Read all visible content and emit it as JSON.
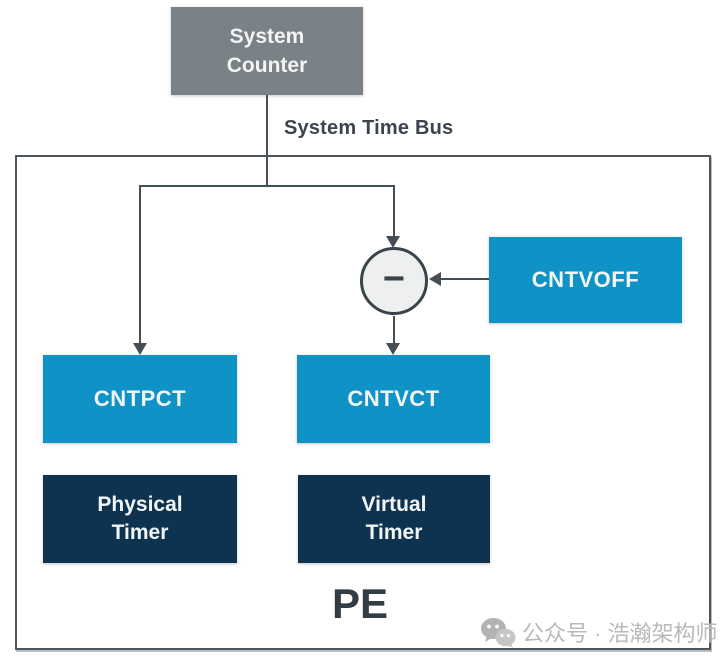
{
  "diagram": {
    "system_counter": {
      "line1": "System",
      "line2": "Counter"
    },
    "bus_label": "System Time Bus",
    "pe_label": "PE",
    "minus_symbol": "−",
    "boxes": {
      "cntvoff": "CNTVOFF",
      "cntpct": "CNTPCT",
      "cntvct": "CNTVCT",
      "physical_timer": {
        "line1": "Physical",
        "line2": "Timer"
      },
      "virtual_timer": {
        "line1": "Virtual",
        "line2": "Timer"
      }
    },
    "colors": {
      "gray_box": "#7a8187",
      "cyan_box": "#0f93c6",
      "navy_box": "#0e3350",
      "line": "#454d55",
      "pe_border": "#4e565c",
      "circle_fill": "#edf0ef",
      "watermark": "#b9b9b9"
    }
  },
  "watermark": {
    "text": "公众号 · 浩瀚架构师",
    "icon": "wechat-icon"
  }
}
